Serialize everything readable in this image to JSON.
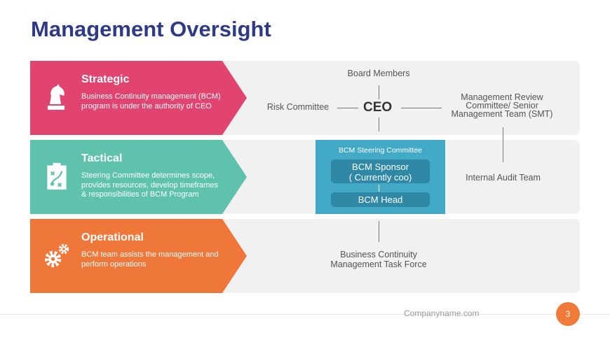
{
  "title": "Management Oversight",
  "colors": {
    "strategic": "#e0446f",
    "tactical": "#5ec2ad",
    "operational": "#f0773a",
    "steering": "#42a9c7",
    "title": "#2e3a86"
  },
  "rows": [
    {
      "heading": "Strategic",
      "description": "Business Continuity management (BCM) program is under the authority of CEO",
      "icon": "chess-knight-icon"
    },
    {
      "heading": "Tactical",
      "description": "Steering Committee determines scope, provides resources, develop timeframes & responsibilities of BCM Program",
      "icon": "strategy-clipboard-icon"
    },
    {
      "heading": "Operational",
      "description": "BCM team assists the management and perform operations",
      "icon": "gears-icon"
    }
  ],
  "chart": {
    "board": "Board Members",
    "risk": "Risk Committee",
    "ceo": "CEO",
    "mgmt_review": "Management Review Committee/ Senior Management Team (SMT)",
    "steering_title": "BCM Steering Committee",
    "sponsor": "BCM Sponsor",
    "sponsor_note": "( Currently coo)",
    "head": "BCM Head",
    "audit": "Internal Audit Team",
    "task_force": "Business Continuity Management Task Force"
  },
  "footer": {
    "company": "Companyname.com",
    "page": "3"
  }
}
